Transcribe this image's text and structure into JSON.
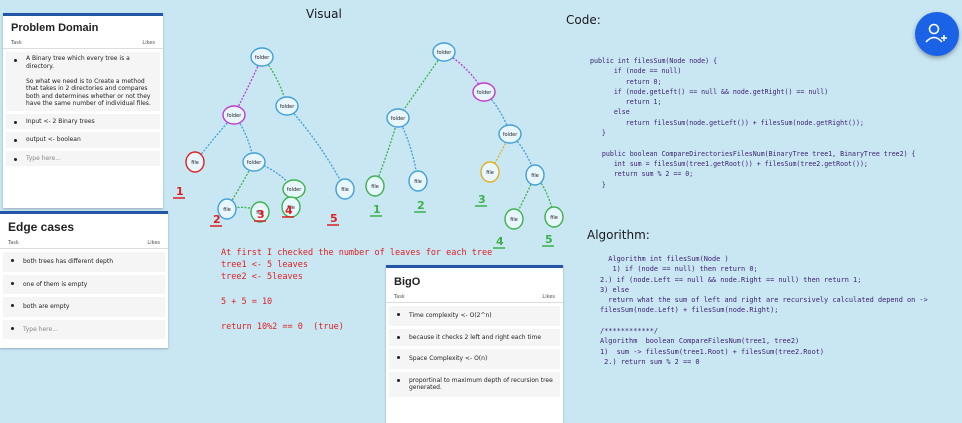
{
  "problem_card": {
    "title": "Problem Domain",
    "col_task": "Task",
    "col_likes": "Likes",
    "items": [
      "A Binary tree which every tree is a directory.\n\nSo what we need is to Create a method that takes in 2 directories and compares both and determines whether or not they have the same number of individual files.",
      "Input <- 2 Binary trees",
      "output <- boolean"
    ],
    "placeholder": "Type here..."
  },
  "edge_card": {
    "title": "Edge cases",
    "col_task": "Task",
    "col_likes": "Likes",
    "items": [
      "both trees has different depth",
      "one of them is empty",
      "both are empty"
    ],
    "placeholder": "Type here..."
  },
  "bigo_card": {
    "title": "BigO",
    "col_task": "Task",
    "col_likes": "Likes",
    "items": [
      "Time complexity <- O(2^n)",
      "because it checks 2 left and right each time",
      "Space Complexity <- O(n)",
      "proportinal to maximum depth of recursion tree generated."
    ]
  },
  "visual": {
    "title": "Visual",
    "node_folder": "folder",
    "node_file": "file",
    "tree1_counts": [
      "1",
      "2",
      "3",
      "4",
      "5"
    ],
    "tree2_counts": [
      "1",
      "2",
      "3",
      "4",
      "5"
    ]
  },
  "red_notes": {
    "line1": "At first I checked the number of leaves for each tree",
    "line2": "tree1 <- 5 leaves",
    "line3": "tree2 <- 5leaves",
    "line4": "5 + 5 = 10",
    "line5": "return 10%2 == 0  (true)"
  },
  "code": {
    "title": "Code:",
    "text": "public int filesSum(Node node) {\n      if (node == null)\n         return 0;\n      if (node.getLeft() == null && node.getRight() == null)\n         return 1;\n      else\n         return filesSum(node.getLeft()) + filesSum(node.getRight());\n   }\n\n   public boolean CompareDirectoriesFilesNum(BinaryTree tree1, BinaryTree tree2) {\n      int sum = filesSum(tree1.getRoot()) + filesSum(tree2.getRoot());\n      return sum % 2 == 0;\n   }"
  },
  "algorithm": {
    "title": "Algorithm:",
    "text": "  Algorithm int filesSum(Node )\n   1) if (node == null) then return 0;\n2.) if (node.Left == null && node.Right == null) then return 1;\n3) else\n  return what the sum of left and right are recursively calculated depend on ->\nfilesSum(node.Left) + filesSum(node.Right);\n\n/************/\nAlgorithm  boolean CompareFilesNum(tree1, tree2)\n1)  sum -> filesSum(tree1.Root) + filesSum(tree2.Root)\n 2.) return sum % 2 == 0"
  },
  "fab": {
    "icon": "add-user-icon"
  }
}
